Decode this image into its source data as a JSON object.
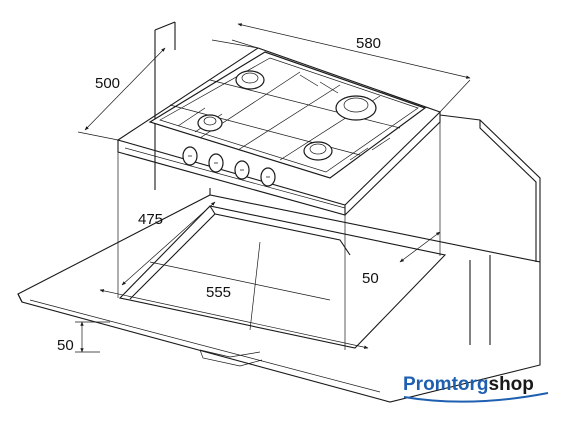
{
  "dimensions": {
    "width_580": "580",
    "depth_500": "500",
    "cutout_depth_475": "475",
    "cutout_width_555": "555",
    "side_gap_50": "50",
    "front_gap_50": "50"
  },
  "logo": {
    "part_a": "Promtorg",
    "part_b": "shop",
    "color_a": "#1f5fb0",
    "color_b": "#1a1a1a"
  }
}
